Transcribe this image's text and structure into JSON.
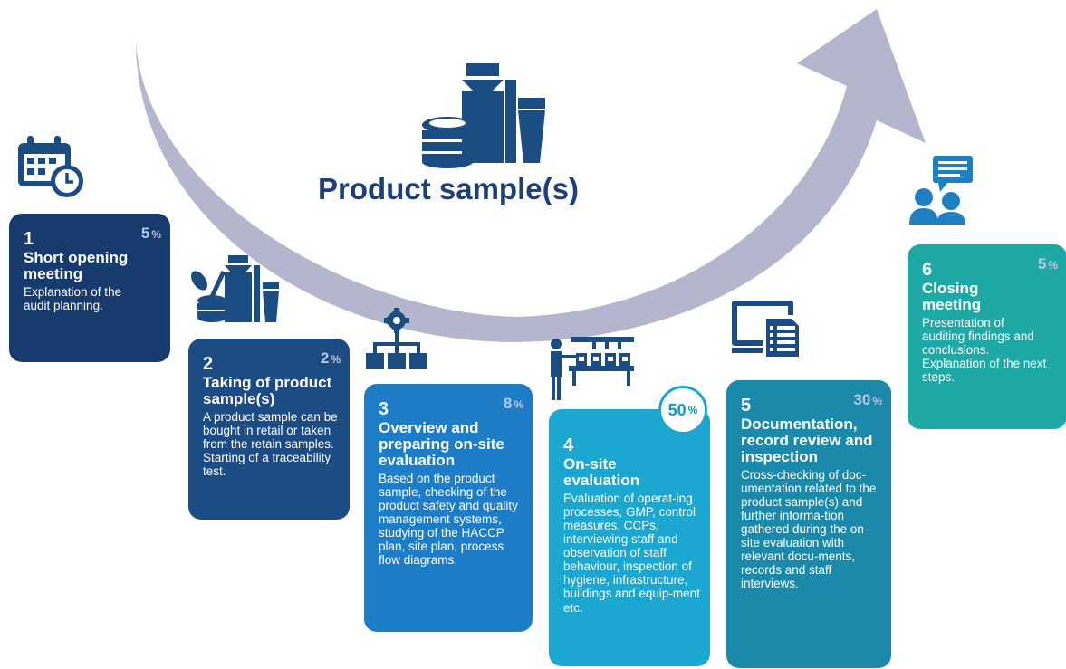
{
  "center": {
    "title": "Product sample(s)"
  },
  "colors": {
    "arrow": "#b4b6cd",
    "card1": "#173b6c",
    "card2": "#1d4b84",
    "card3": "#1d7dc6",
    "card4": "#1ba7cf",
    "card5": "#1b89a9",
    "card6": "#1ea9a6",
    "icon": "#1b4c82"
  },
  "steps": [
    {
      "number": "1",
      "percent": "5",
      "unit": "%",
      "title": "Short opening meeting",
      "description": "Explanation of the audit planning.",
      "icon": "calendar-clock-icon"
    },
    {
      "number": "2",
      "percent": "2",
      "unit": "%",
      "title": "Taking of product sample(s)",
      "description": "A product sample can be bought in retail or taken from the retain samples. Starting of a traceability test.",
      "icon": "product-sample-icon"
    },
    {
      "number": "3",
      "percent": "8",
      "unit": "%",
      "title": "Overview and preparing on-site evaluation",
      "description": "Based on the product sample, checking of the product safety and quality management systems, studying of the HACCP plan, site plan, process flow diagrams.",
      "icon": "process-flow-icon"
    },
    {
      "number": "4",
      "percent": "50",
      "unit": "%",
      "title": "On-site evaluation",
      "description": "Evaluation of operat-ing processes, GMP, control measures, CCPs, interviewing staff and observation of staff behaviour, inspection of hygiene, infrastructure, buildings and equip-ment etc.",
      "icon": "production-line-icon"
    },
    {
      "number": "5",
      "percent": "30",
      "unit": "%",
      "title": "Documentation, record review and inspection",
      "description": "Cross-checking of doc-umentation related to the product sample(s) and further informa-tion gathered during the on-site evaluation with relevant docu-ments, records and staff interviews.",
      "icon": "documents-monitor-icon"
    },
    {
      "number": "6",
      "percent": "5",
      "unit": "%",
      "title": "Closing meeting",
      "description": "Presentation of auditing findings and conclusions. Explanation of the next steps.",
      "icon": "discussion-people-icon"
    }
  ]
}
